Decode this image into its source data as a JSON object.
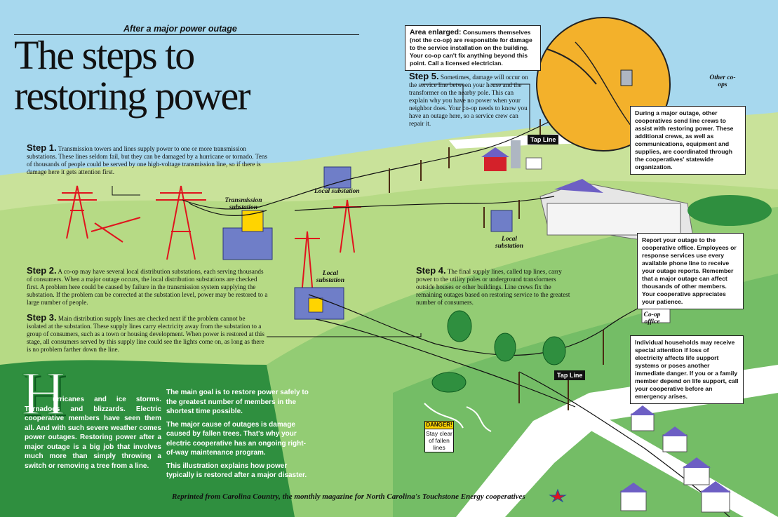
{
  "kicker": "After a major power outage",
  "title_line1": "The steps to",
  "title_line2": "restoring power",
  "step1": {
    "label": "Step 1.",
    "text": "Transmission towers and lines supply power to one or more transmission substations. These lines seldom fail, but they can be damaged by a hurricane or tornado. Tens of thousands of people could be served by one high-voltage transmission line, so if there is damage here it gets attention first."
  },
  "step2": {
    "label": "Step 2.",
    "text": "A co-op may have several local distribution substations, each serving thousands of consumers. When a major outage occurs, the local distribution substations are checked first. A problem here could be caused by failure in the transmission system supplying the substation. If the problem can be corrected at the substation level, power may be restored to a large number of people."
  },
  "step3": {
    "label": "Step 3.",
    "text": "Main distribution supply lines are checked next if the problem cannot be isolated at the substation. These supply lines carry electricity away from the substation to a group of consumers, such as a town or housing development. When power is restored at this stage, all consumers served by this supply line could see the lights come on, as long as there is no problem farther down the line."
  },
  "step4": {
    "label": "Step 4.",
    "text": "The final supply lines, called tap lines, carry power to the utility poles or underground transformers outside houses or other buildings. Line crews fix the remaining outages based on restoring service to the greatest number of consumers."
  },
  "step5": {
    "label": "Step 5.",
    "text": "Sometimes, damage will occur on the service line between your house and the transformer on the nearby pole. This can explain why you have no power when your neighbor does. Your co-op needs to know you have an outage here, so a service crew can repair it."
  },
  "area_enlarged": {
    "label": "Area enlarged:",
    "text": "Consumers themselves (not the co-op) are responsible for damage to the service installation on the building. Your co-op can't fix anything beyond this point. Call a licensed electrician."
  },
  "crews_box": "During a major outage, other cooperatives send line crews to assist with restoring power. These additional crews, as well as communications, equipment and supplies, are coordinated through the cooperatives' statewide organization.",
  "report_box": "Report your outage to the cooperative office. Employees or response services use every available phone line to receive your outage reports. Remember that a major outage can affect thousands of other members. Your cooperative appreciates your patience.",
  "households_box": "Individual households may receive special attention if loss of electricity affects life support systems or poses another immediate danger. If you or a family member depend on life support, call your cooperative before an emergency arises.",
  "labels": {
    "transmission_substation": "Transmission substation",
    "local_substation_1": "Local substation",
    "local_substation_2": "Local substation",
    "local_substation_3": "Local substation",
    "other_coops": "Other co-ops",
    "coop_office": "Co-op office",
    "tap_line_1": "Tap Line",
    "tap_line_2": "Tap Line"
  },
  "danger": {
    "label": "DANGER!",
    "text": "Stay clear of fallen lines"
  },
  "intro": {
    "dropcap": "H",
    "col1": "urricanes and ice storms. Tornadoes and blizzards. Electric cooperative members have seen them all. And with such severe weather comes power outages. Restoring power after a major outage is a big job that involves much more than simply throwing a switch or removing a tree from a line.",
    "col2_p1": "The main goal is to restore power safely to the greatest number of members in the shortest time possible.",
    "col2_p2": "The major cause of outages is damage caused by fallen trees. That's why your electric cooperative has an ongoing right-of-way maintenance program.",
    "col2_p3": "This illustration explains how power typically is restored after a major disaster."
  },
  "footer": "Reprinted from Carolina Country, the monthly magazine for North Carolina's Touchstone Energy cooperatives",
  "colors": {
    "sky": "#a7d8ee",
    "light_green": "#b9d98a",
    "mid_green": "#8cc97a",
    "dark_green": "#2f8f3f",
    "tower_red": "#e0141d",
    "substation_blue": "#6f7ec8",
    "house_roof": "#6d5fc4"
  }
}
